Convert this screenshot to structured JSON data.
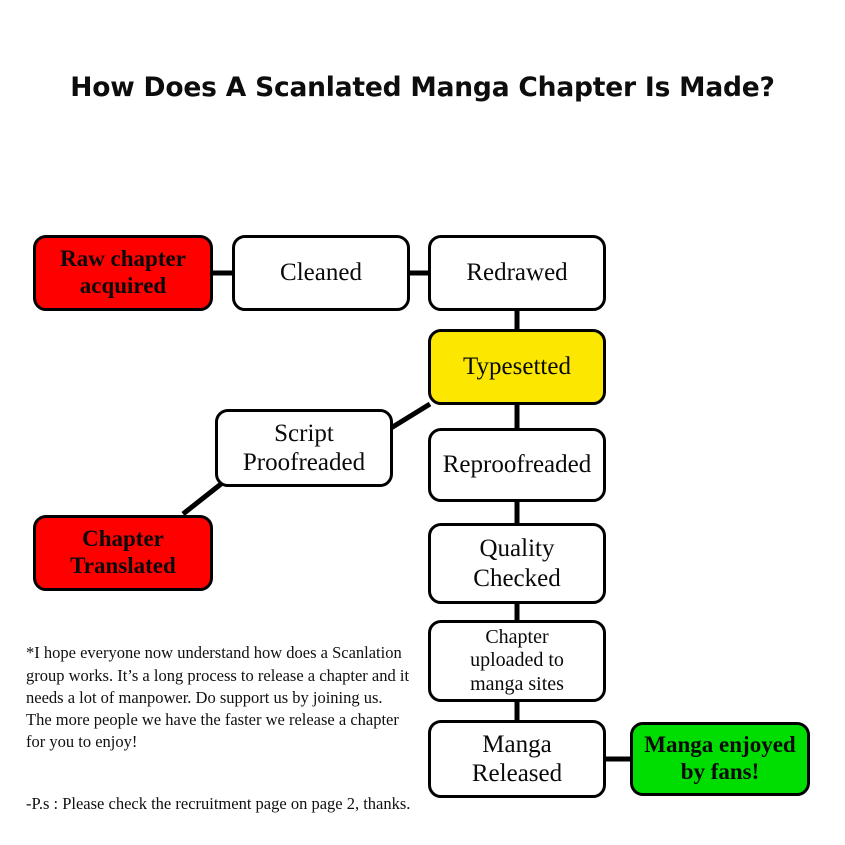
{
  "title": "How Does A Scanlated Manga Chapter Is Made?",
  "colors": {
    "red": "#ff0000",
    "yellow": "#fbe700",
    "green": "#00dd00",
    "white": "#ffffff",
    "outline": "#000000",
    "text": "#0a0a0a"
  },
  "flow": {
    "nodes": [
      {
        "id": "raw-chapter-acquired",
        "label": "Raw chapter\nacquired",
        "fill": "red"
      },
      {
        "id": "cleaned",
        "label": "Cleaned",
        "fill": "white"
      },
      {
        "id": "redrawn",
        "label": "Redrawed",
        "fill": "white"
      },
      {
        "id": "typesetted",
        "label": "Typesetted",
        "fill": "yellow"
      },
      {
        "id": "script-proofreaded",
        "label": "Script\nProofreaded",
        "fill": "white"
      },
      {
        "id": "chapter-translated",
        "label": "Chapter\nTranslated",
        "fill": "red"
      },
      {
        "id": "reproofreaded",
        "label": "Reproofreaded",
        "fill": "white"
      },
      {
        "id": "quality-checked",
        "label": "Quality\nChecked",
        "fill": "white"
      },
      {
        "id": "chapter-uploaded",
        "label": "Chapter\nuploaded to\nmanga sites",
        "fill": "white"
      },
      {
        "id": "manga-released",
        "label": "Manga\nReleased",
        "fill": "white"
      },
      {
        "id": "manga-enjoyed",
        "label": "Manga enjoyed\nby fans!",
        "fill": "green"
      }
    ],
    "edges": [
      {
        "from": "raw-chapter-acquired",
        "to": "cleaned"
      },
      {
        "from": "cleaned",
        "to": "redrawn"
      },
      {
        "from": "redrawn",
        "to": "typesetted"
      },
      {
        "from": "typesetted",
        "to": "script-proofreaded"
      },
      {
        "from": "script-proofreaded",
        "to": "chapter-translated"
      },
      {
        "from": "typesetted",
        "to": "reproofreaded"
      },
      {
        "from": "reproofreaded",
        "to": "quality-checked"
      },
      {
        "from": "quality-checked",
        "to": "chapter-uploaded"
      },
      {
        "from": "chapter-uploaded",
        "to": "manga-released"
      },
      {
        "from": "manga-released",
        "to": "manga-enjoyed"
      }
    ]
  },
  "note": {
    "paragraph1": "*I hope everyone now understand how does a Scanlation group works. It’s a long process to release a chapter and it needs a lot of manpower. Do support us by joining us.\nThe more people we have the faster we release a chapter for you to enjoy!",
    "paragraph2": "-P.s : Please check the recruitment page on page 2, thanks."
  }
}
